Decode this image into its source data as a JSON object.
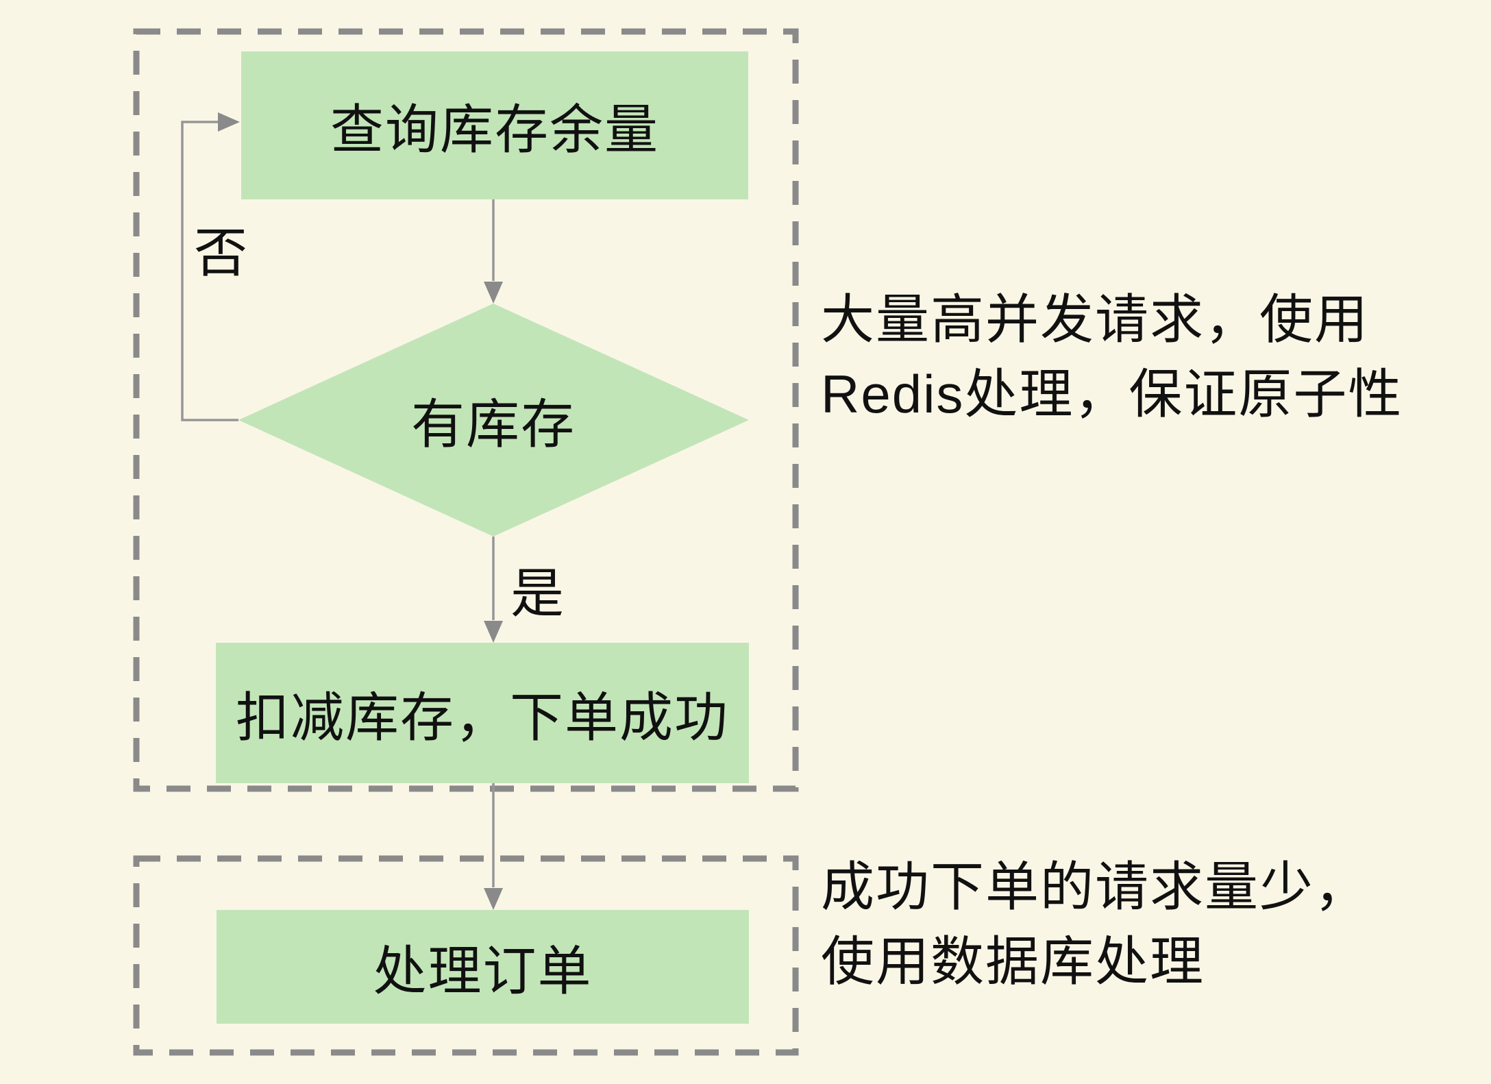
{
  "canvas": {
    "background": "#FAF6E6"
  },
  "colors": {
    "node_fill": "#C2E5B8",
    "dashed_border": "#8A8A8A",
    "connector": "#969696",
    "arrowhead": "#8A8A8A",
    "text": "#111111"
  },
  "phase1": {
    "query_node": "查询库存余量",
    "decision_node": "有库存",
    "deduct_node": "扣减库存，下单成功",
    "no_label": "否",
    "yes_label": "是",
    "annotation_line1": "大量高并发请求，使用",
    "annotation_line2": "Redis处理，保证原子性"
  },
  "phase2": {
    "process_node": "处理订单",
    "annotation_line1": "成功下单的请求量少，",
    "annotation_line2": "使用数据库处理"
  }
}
